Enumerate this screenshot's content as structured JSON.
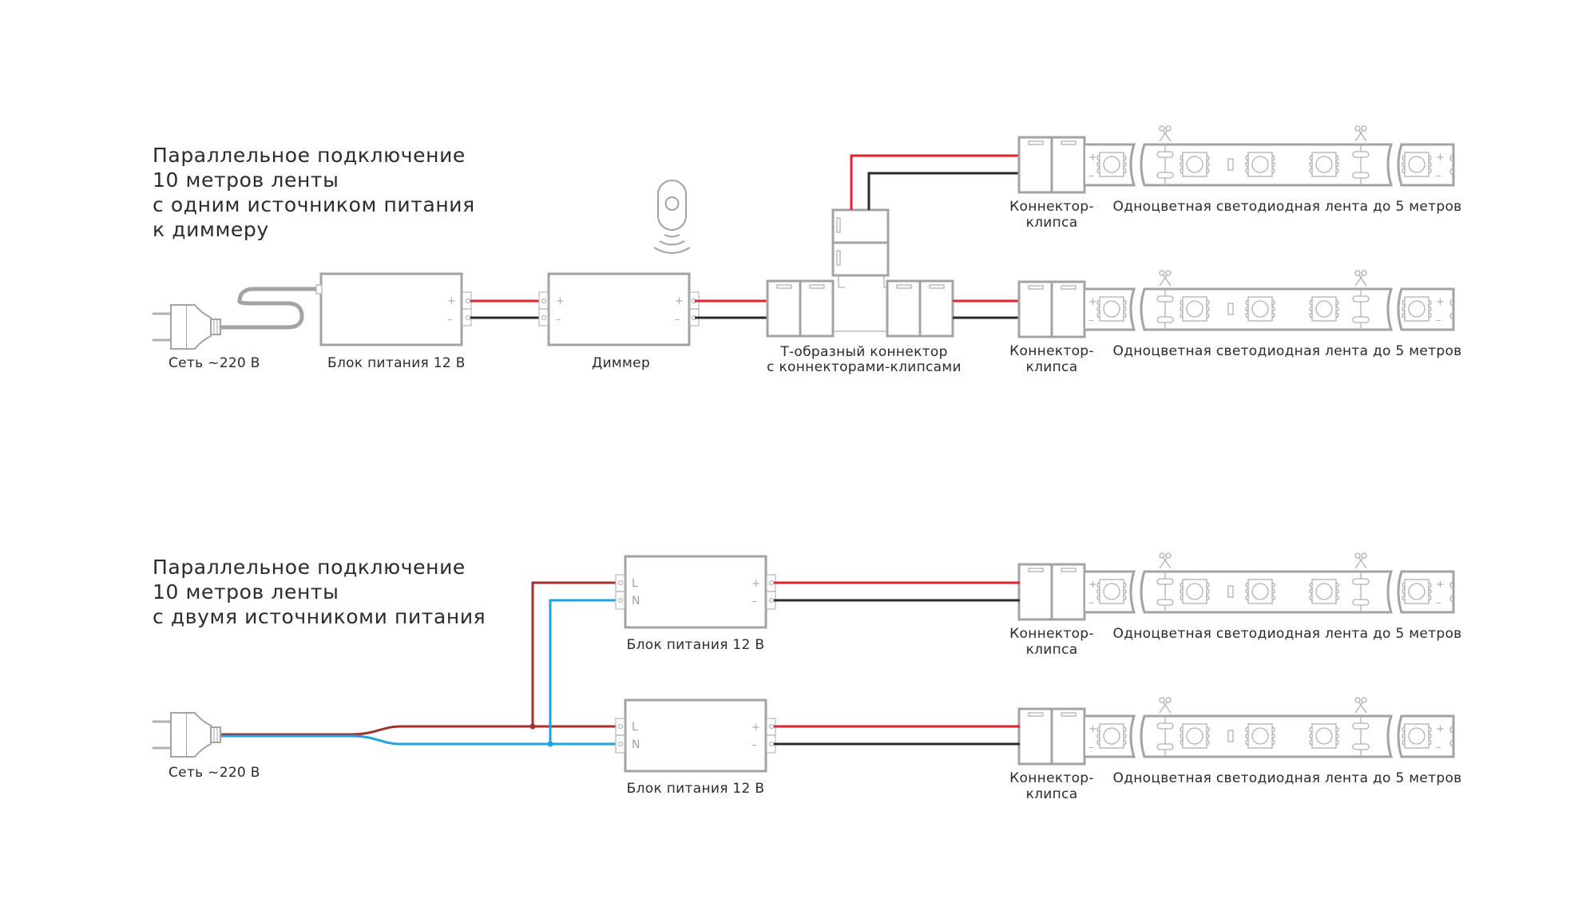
{
  "colors": {
    "positive_wire": "#e2222c",
    "negative_wire": "#2b2b2b",
    "phase_wire": "#a3302a",
    "neutral_wire": "#1fa3e0",
    "outline": "#a3a3a3",
    "text": "#2b2b2b"
  },
  "section1": {
    "title_lines": [
      "Параллельное подключение",
      "10 метров ленты",
      "с одним источником питания",
      "к диммеру"
    ],
    "mains_label": "Сеть ~220 В",
    "psu_label": "Блок питания 12 В",
    "dimmer_label": "Диммер",
    "remote_icon": "remote-control-icon",
    "t_connector_label_lines": [
      "Т-образный коннектор",
      "с коннекторами-клипсами"
    ],
    "strips": [
      {
        "connector_label_lines": [
          "Коннектор-",
          "клипса"
        ],
        "strip_label": "Одноцветная светодиодная лента до 5 метров"
      },
      {
        "connector_label_lines": [
          "Коннектор-",
          "клипса"
        ],
        "strip_label": "Одноцветная светодиодная лента до 5 метров"
      }
    ]
  },
  "section2": {
    "title_lines": [
      "Параллельное подключение",
      "10 метров ленты",
      "с двумя источникоми питания"
    ],
    "mains_label": "Сеть ~220 В",
    "psus": [
      {
        "label": "Блок питания 12 В",
        "input_terminals": [
          "L",
          "N"
        ],
        "output_terminals": [
          "+",
          "–"
        ]
      },
      {
        "label": "Блок питания 12 В",
        "input_terminals": [
          "L",
          "N"
        ],
        "output_terminals": [
          "+",
          "–"
        ]
      }
    ],
    "strips": [
      {
        "connector_label_lines": [
          "Коннектор-",
          "клипса"
        ],
        "strip_label": "Одноцветная светодиодная лента до 5 метров"
      },
      {
        "connector_label_lines": [
          "Коннектор-",
          "клипса"
        ],
        "strip_label": "Одноцветная светодиодная лента до 5 метров"
      }
    ]
  },
  "terminal_signs": {
    "plus": "+",
    "minus": "–"
  }
}
